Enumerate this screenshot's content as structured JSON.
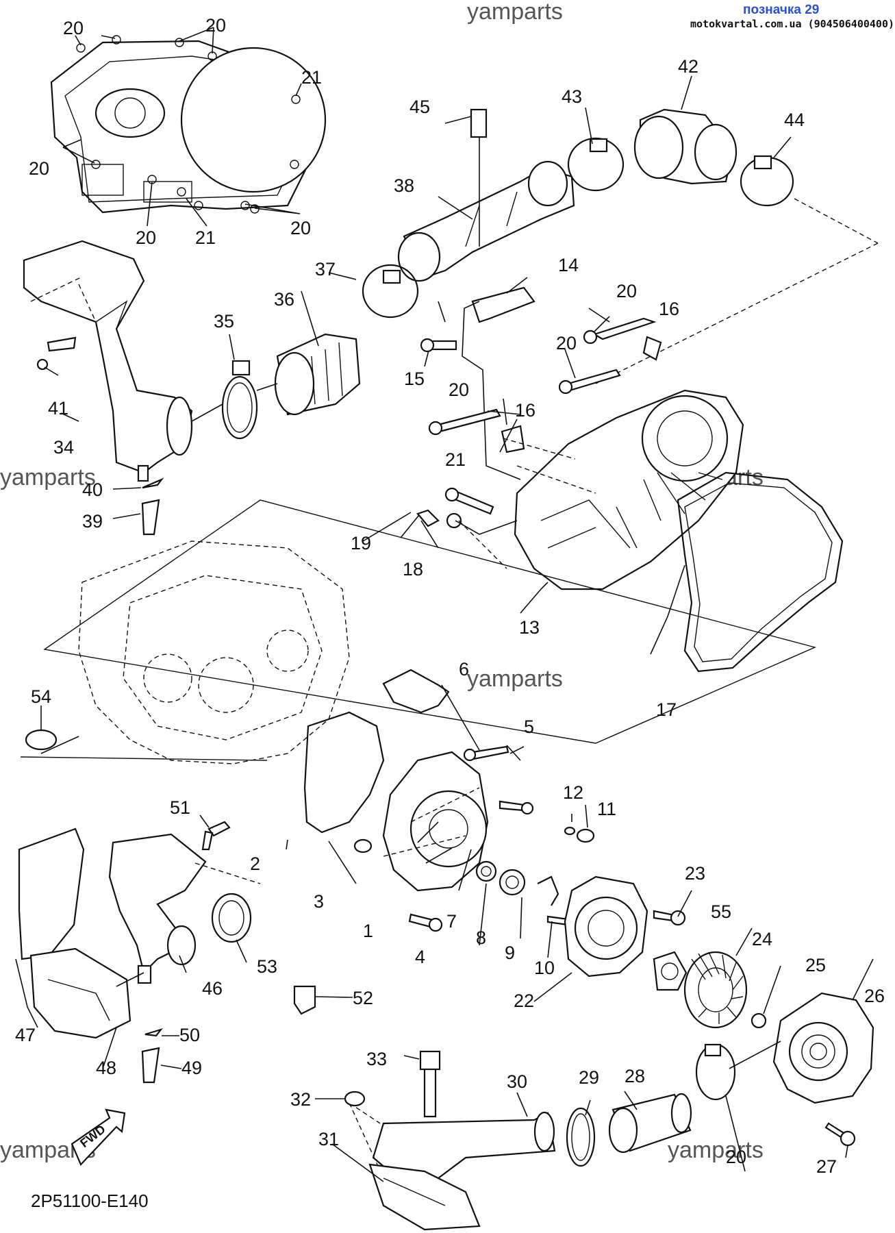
{
  "header": {
    "title": "позначка 29",
    "source": "motokvartal.com.ua (904506400400)"
  },
  "watermark": "yamparts",
  "diagram_code": "2P51100-E140",
  "fwd_label": "FWD",
  "callouts": {
    "c1": "1",
    "c2": "2",
    "c3": "3",
    "c4": "4",
    "c5": "5",
    "c6": "6",
    "c7": "7",
    "c8": "8",
    "c9": "9",
    "c10": "10",
    "c11": "11",
    "c12": "12",
    "c13": "13",
    "c14": "14",
    "c15": "15",
    "c16a": "16",
    "c16b": "16",
    "c17": "17",
    "c18": "18",
    "c19": "19",
    "c20a": "20",
    "c20b": "20",
    "c20c": "20",
    "c20d": "20",
    "c20e": "20",
    "c20f": "20",
    "c20g": "20",
    "c20h": "20",
    "c20i": "20",
    "c21a": "21",
    "c21b": "21",
    "c21c": "21",
    "c22": "22",
    "c23": "23",
    "c24": "24",
    "c25": "25",
    "c26": "26",
    "c27": "27",
    "c28": "28",
    "c29": "29",
    "c30": "30",
    "c31": "31",
    "c32": "32",
    "c33": "33",
    "c34": "34",
    "c35": "35",
    "c36": "36",
    "c37": "37",
    "c38": "38",
    "c39": "39",
    "c40": "40",
    "c41": "41",
    "c42": "42",
    "c43": "43",
    "c44": "44",
    "c45": "45",
    "c46": "46",
    "c47": "47",
    "c48": "48",
    "c49": "49",
    "c50": "50",
    "c51": "51",
    "c52": "52",
    "c53": "53",
    "c54": "54",
    "c55": "55"
  }
}
